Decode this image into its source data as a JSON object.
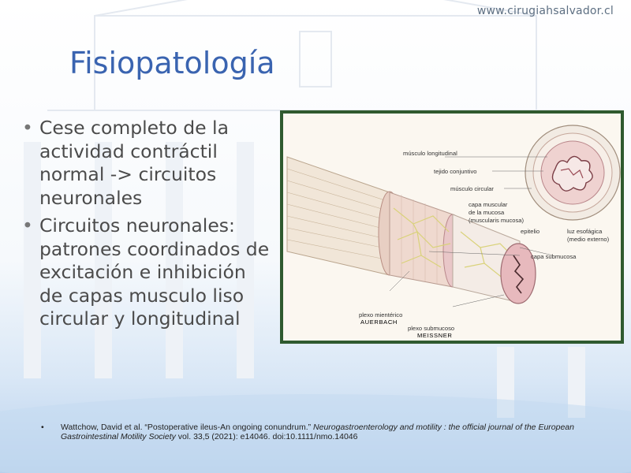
{
  "header": {
    "site_url": "www.cirugiahsalvador.cl"
  },
  "slide": {
    "title": "Fisiopatología",
    "bullets": [
      "Cese completo de la actividad contráctil normal -> circuitos neuronales",
      "Circuitos neuronales: patrones coordinados de excitación e inhibición de capas musculo liso circular y longitudinal"
    ]
  },
  "figure": {
    "labels": {
      "musculo_longitudinal": "músculo longitudinal",
      "tejido_conjuntivo": "tejido conjuntivo",
      "musculo_circular": "músculo circular",
      "capa_muscular_1": "capa muscular",
      "capa_muscular_2": "de la mucosa",
      "capa_muscular_3": "(muscularis mucosa)",
      "epitelio": "epitelio",
      "luz_1": "luz esofágica",
      "luz_2": "(medio externo)",
      "capa_submucosa": "capa submucosa",
      "plexo_mienterico": "plexo mientérico",
      "auerbach": "AUERBACH",
      "plexo_submucoso": "plexo submucoso",
      "meissner": "MEISSNER"
    }
  },
  "reference": {
    "authors": "Wattchow, David et al. “Postoperative ileus-An ongoing conundrum.” ",
    "journal": "Neurogastroenterology and motility : the official journal of the European Gastrointestinal Motility Society",
    "details": " vol. 33,5 (2021): e14046. doi:10.1111/nmo.14046"
  },
  "colors": {
    "title": "#3a64b0",
    "figure_border": "#2f5a2f",
    "text": "#4b4b4b"
  }
}
